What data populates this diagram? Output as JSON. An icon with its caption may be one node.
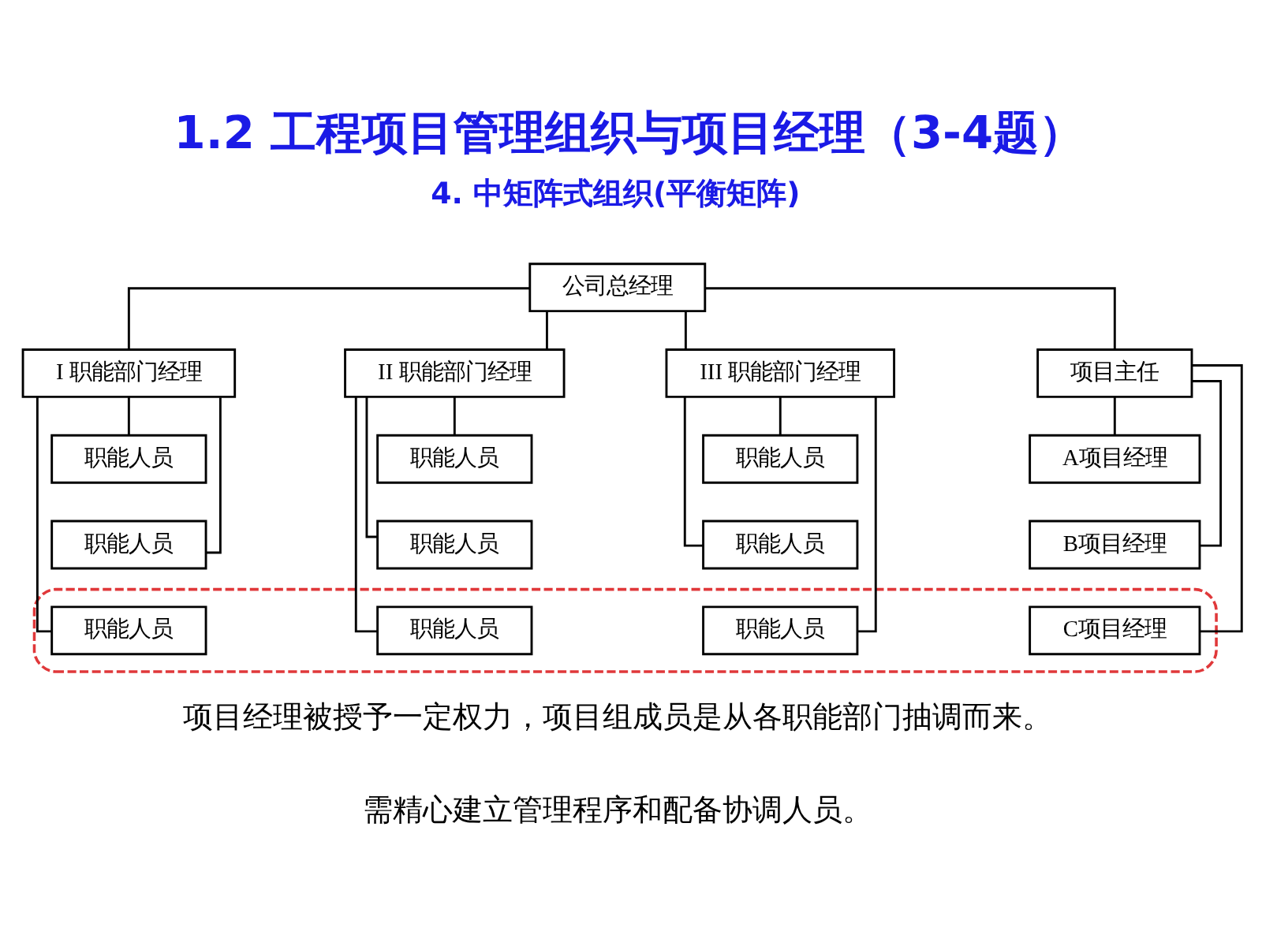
{
  "diagram": {
    "title": "1.2 工程项目管理组织与项目经理（3-4题）",
    "nodes": [
      {
        "text": [
          "公司总经理"
        ]
      },
      {
        "text": [
          "I 职能部门经理"
        ]
      },
      {
        "text": [
          "II 职能部门经理"
        ]
      },
      {
        "text": [
          "III 职能部门经理"
        ]
      },
      {
        "text": [
          "项目主任"
        ]
      },
      {
        "text": [
          "职能人员"
        ]
      },
      {
        "text": [
          "职能人员"
        ]
      },
      {
        "text": [
          "职能人员"
        ]
      },
      {
        "text": [
          "A项目经理"
        ]
      },
      {
        "text": [
          "职能人员"
        ]
      },
      {
        "text": [
          "职能人员"
        ]
      },
      {
        "text": [
          "职能人员"
        ]
      },
      {
        "text": [
          "B项目经理"
        ]
      },
      {
        "text": [],
        "shape": "box"
      },
      {
        "text": [
          "职能人员"
        ],
        "in": 13
      },
      {
        "text": [
          "职能人员"
        ],
        "in": 13
      },
      {
        "text": [
          "职能人员"
        ],
        "in": 13
      },
      {
        "text": [
          "C项目经理"
        ],
        "in": 13
      }
    ],
    "edges": [
      {
        "from": 0,
        "to": 1,
        "arrow": "none"
      },
      {
        "from": 0,
        "to": 2,
        "arrow": "none"
      },
      {
        "from": 0,
        "to": 3,
        "arrow": "none"
      },
      {
        "from": 0,
        "to": 4,
        "arrow": "none"
      },
      {
        "from": 1,
        "to": 5,
        "arrow": "none"
      },
      {
        "from": 1,
        "to": 9,
        "arrow": "none"
      },
      {
        "from": 1,
        "to": 14,
        "arrow": "none"
      },
      {
        "from": 2,
        "to": 6,
        "arrow": "none"
      },
      {
        "from": 2,
        "to": 10,
        "arrow": "none"
      },
      {
        "from": 2,
        "to": 15,
        "arrow": "none"
      },
      {
        "from": 3,
        "to": 7,
        "arrow": "none"
      },
      {
        "from": 3,
        "to": 11,
        "arrow": "none"
      },
      {
        "from": 3,
        "to": 16,
        "arrow": "none"
      },
      {
        "from": 4,
        "to": 8,
        "arrow": "none"
      },
      {
        "from": 4,
        "to": 12,
        "arrow": "none"
      },
      {
        "from": 4,
        "to": 17,
        "arrow": "none"
      }
    ],
    "labels": [
      "4. 中矩阵式组织(平衡矩阵)",
      "项目经理被授予一定权力，项目组成员是从各职能部门抽调而来。",
      "需精心建立管理程序和配备协调人员。"
    ]
  }
}
